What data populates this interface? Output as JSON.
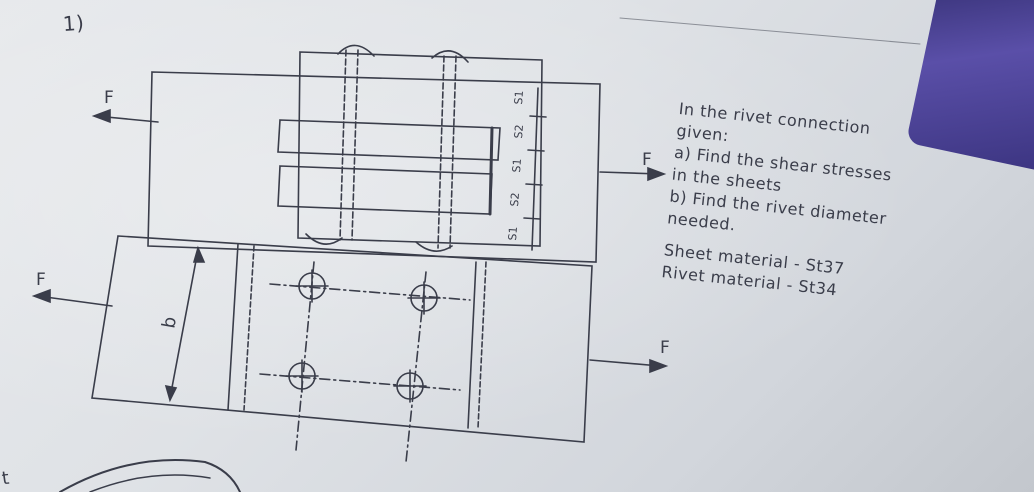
{
  "problem": {
    "number": "1)"
  },
  "text": {
    "line1": "In the rivet connection",
    "line2": "given:",
    "line3": "a) Find the shear stresses",
    "line4": "in the sheets",
    "line5": "b) Find the rivet diameter",
    "line6": "needed.",
    "sheet_material": "Sheet material - St37",
    "rivet_material": "Rivet material - St34"
  },
  "labels": {
    "force": "F",
    "width": "b",
    "s1": "S1",
    "s2": "S2",
    "corner": "t"
  },
  "colors": {
    "ink": "#3a3d4a",
    "paper": "#e3e6ea"
  }
}
